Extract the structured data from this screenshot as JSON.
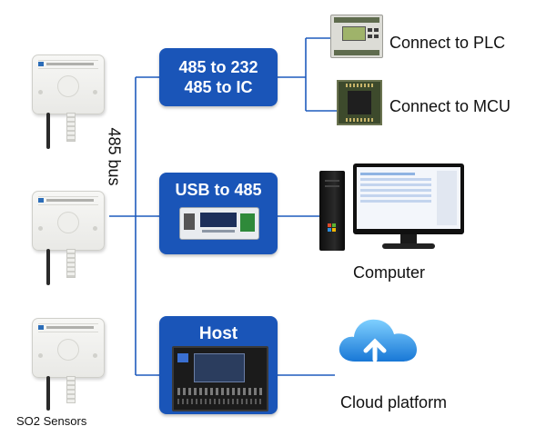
{
  "bus_label": "485 bus",
  "sensors_caption": "SO2 Sensors",
  "converters": [
    {
      "line1": "485 to 232",
      "line2": "485 to IC"
    },
    {
      "line1": "USB to 485"
    },
    {
      "line1": "Host"
    }
  ],
  "targets": {
    "plc": "Connect to PLC",
    "mcu": "Connect to MCU",
    "computer": "Computer",
    "cloud": "Cloud platform"
  },
  "colors": {
    "box_blue": "#1a55b8",
    "line_blue": "#1f5bbd",
    "cloud_blue": "#1e90e6"
  }
}
